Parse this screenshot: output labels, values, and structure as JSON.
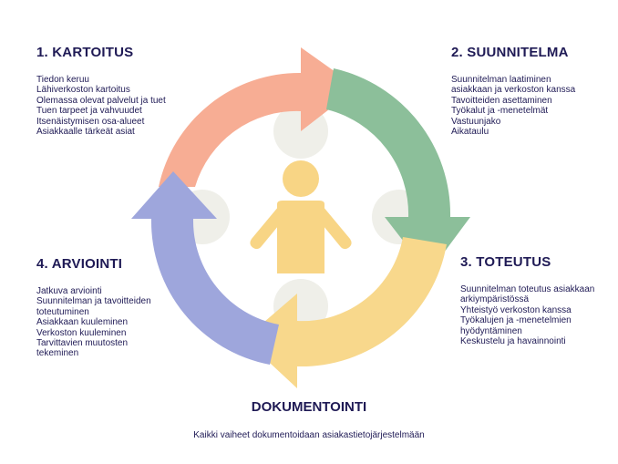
{
  "phases": [
    {
      "title": "1. KARTOITUS",
      "items": [
        "Tiedon keruu",
        "Lähiverkoston kartoitus",
        "Olemassa olevat palvelut ja tuet",
        "Tuen tarpeet ja vahvuudet",
        "Itsenäistymisen osa-alueet",
        "Asiakkaalle tärkeät asiat"
      ]
    },
    {
      "title": "2. SUUNNITELMA",
      "items": [
        "Suunnitelman laatiminen",
        "asiakkaan ja verkoston kanssa",
        "Tavoitteiden asettaminen",
        "Työkalut ja -menetelmät",
        "Vastuunjako",
        "Aikataulu"
      ]
    },
    {
      "title": "3. TOTEUTUS",
      "items": [
        "Suunnitelman toteutus asiakkaan",
        "arkiympäristössä",
        "Yhteistyö verkoston kanssa",
        "Työkalujen ja -menetelmien",
        "hyödyntäminen",
        "Keskustelu ja havainnointi"
      ]
    },
    {
      "title": "4. ARVIOINTI",
      "items": [
        "Jatkuva arviointi",
        "Suunnitelman ja tavoitteiden",
        "toteutuminen",
        "Asiakkaan kuuleminen",
        "Verkoston kuuleminen",
        "Tarvittavien muutosten",
        "tekeminen"
      ]
    }
  ],
  "documentation": {
    "title": "DOKUMENTOINTI",
    "text": "Kaikki vaiheet dokumentoidaan asiakastietojärjestelmään"
  },
  "colors": {
    "kartoitus": "#f7ad94",
    "suunnitelma": "#8cbf9a",
    "toteutus": "#f8d88c",
    "arviointi": "#9ea6dc",
    "person": "#f8d585",
    "notch": "#efefe9",
    "text": "#1f1a55"
  },
  "icons": {
    "center": "person-icon"
  }
}
